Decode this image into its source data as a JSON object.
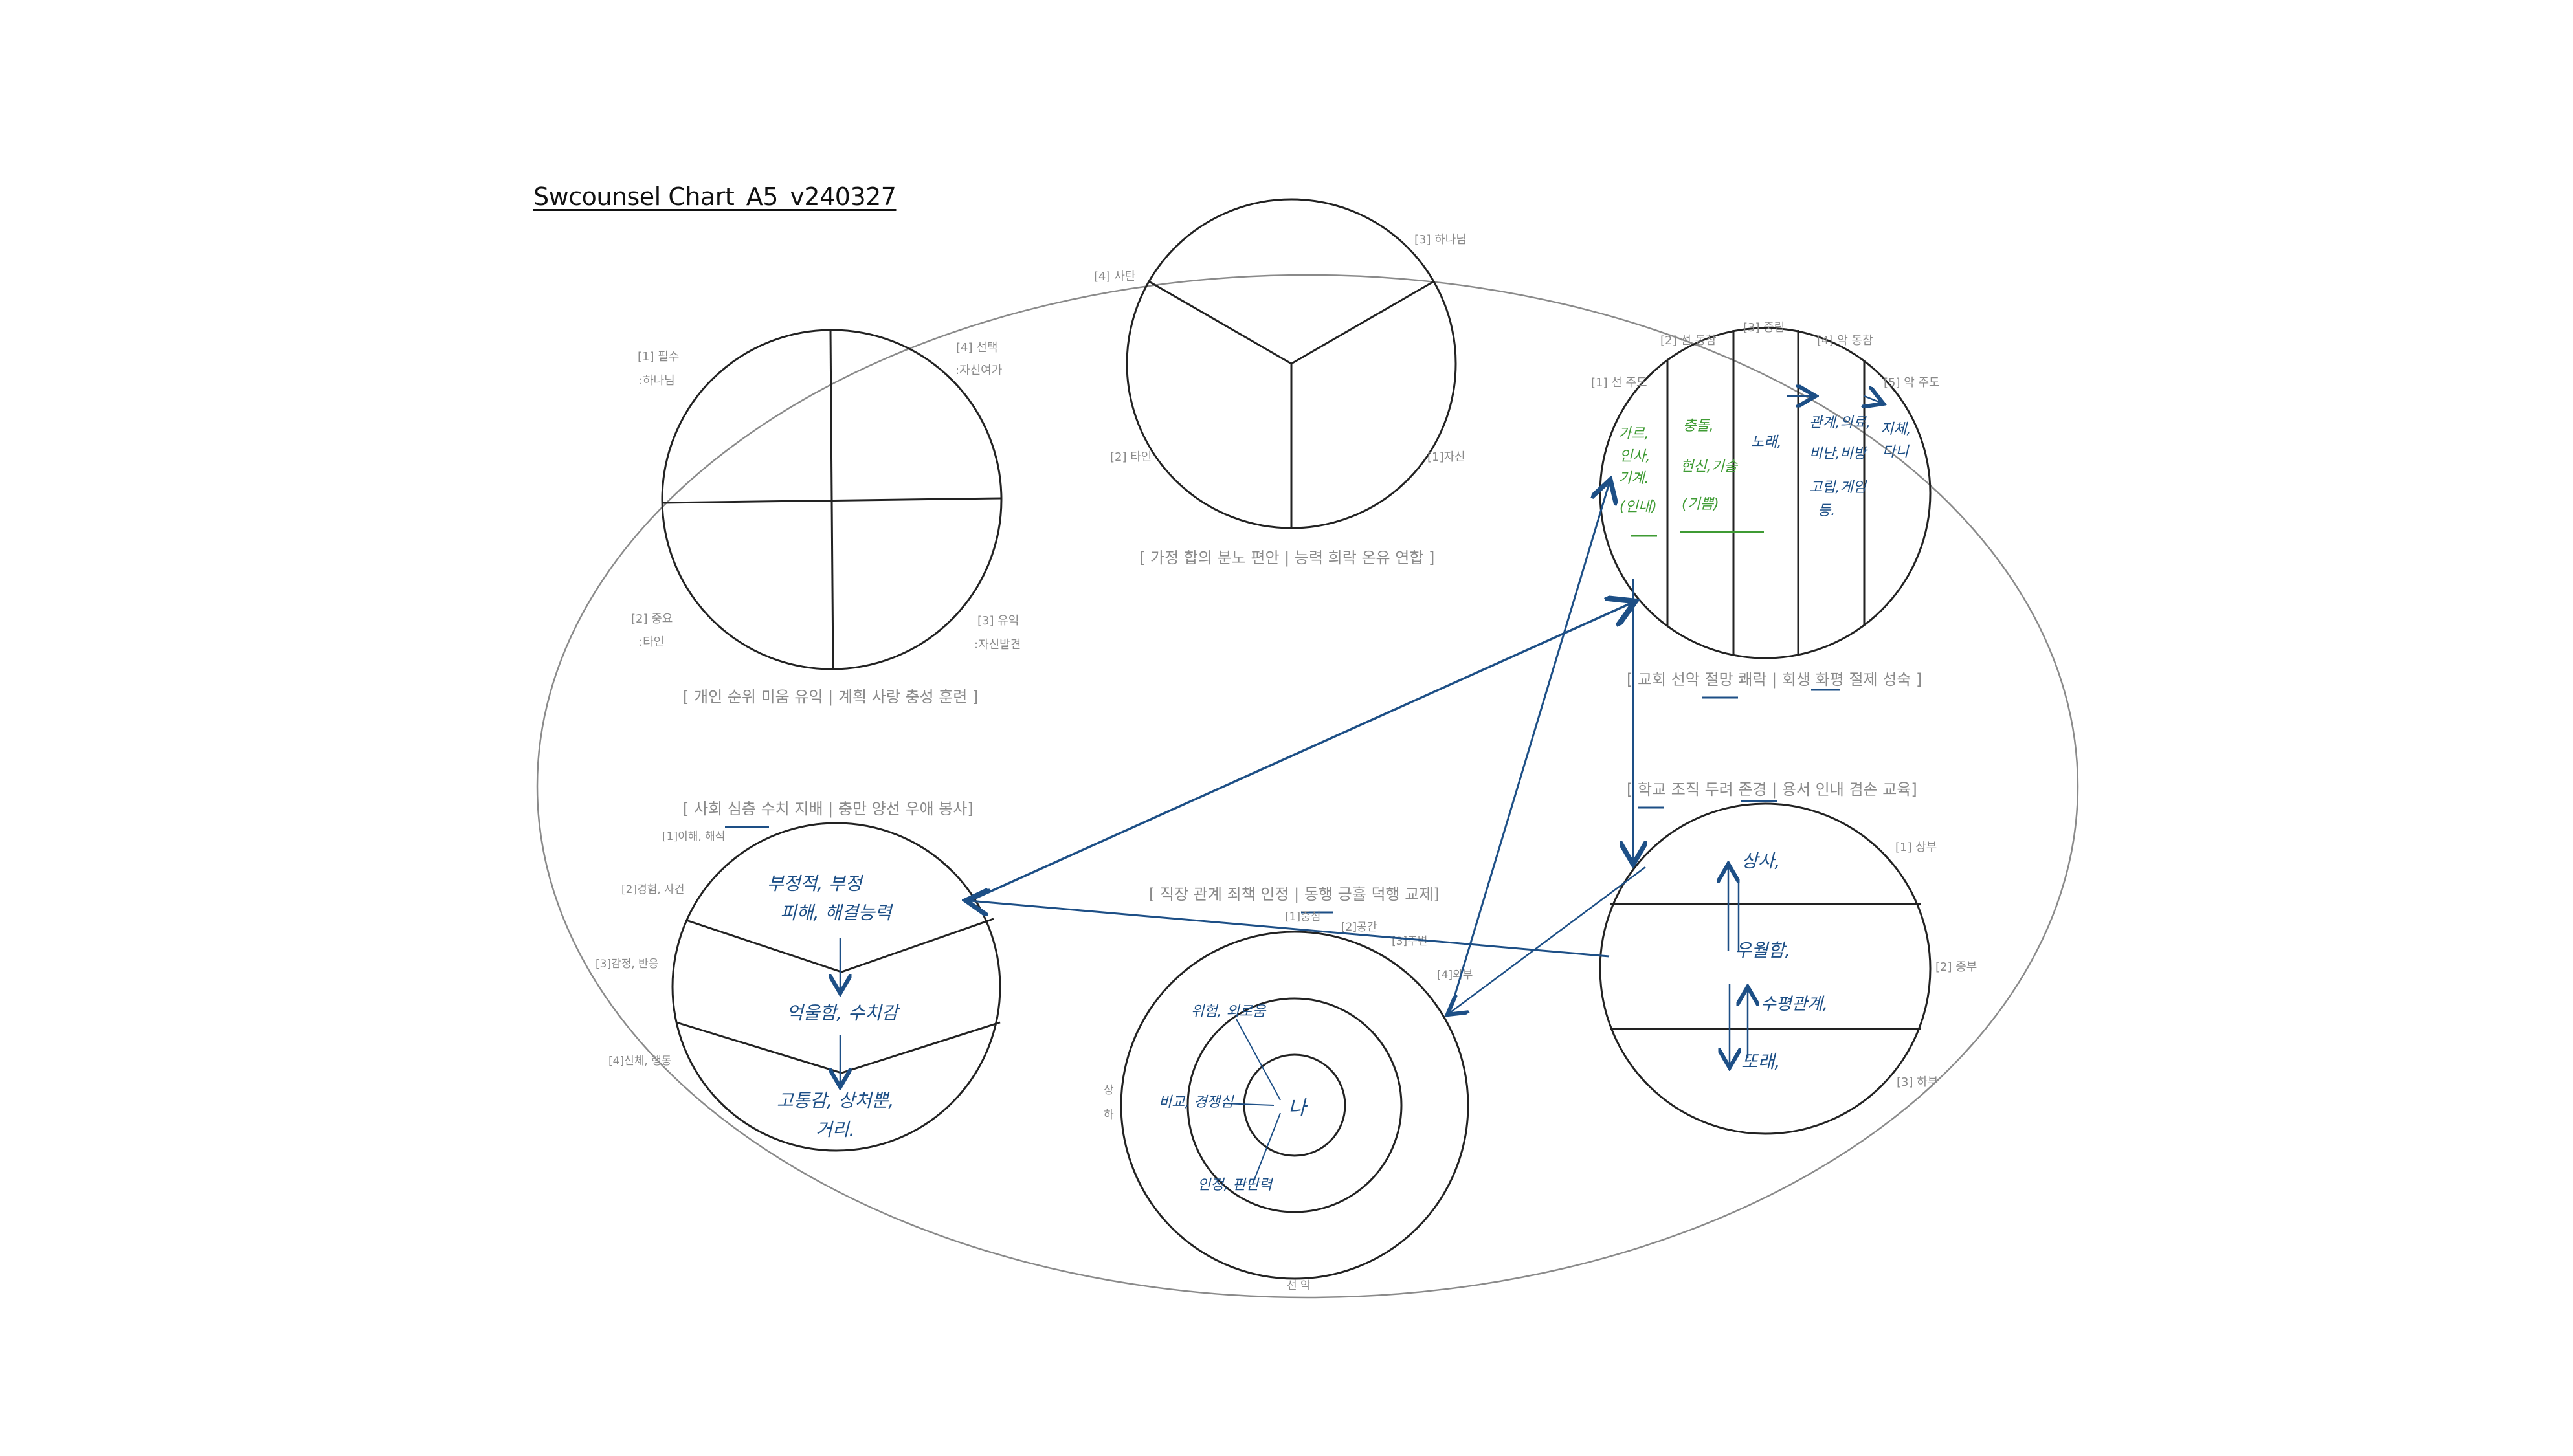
{
  "title": "Swcounsel Chart_A5_v240327",
  "colors": {
    "outline": "#444444",
    "label": "#8a8a8a",
    "ink_blue": "#1d4f86",
    "ink_green": "#3f9b34"
  },
  "circle_top": {
    "labels": [
      "[3] 하나님",
      "[4] 사탄",
      "[2] 타인",
      "[1]자신"
    ],
    "caption": "[ 가정 합의 분노 편안 | 능력 희락 온유 연합 ]"
  },
  "circle_left_top": {
    "labels": [
      "[1] 필수",
      ":하나님",
      "[4] 선택",
      ":자신여가",
      "[2] 중요",
      ":타인",
      "[3] 유익",
      ":자신발견"
    ],
    "caption": "[ 개인 순위 미움 유익 | 계획 사랑 충성 훈련 ]"
  },
  "circle_right_top": {
    "labels": [
      "[1] 선 주도",
      "[2] 선 동참",
      "[3] 중립",
      "[4] 악 동참",
      "[5] 악 주도"
    ],
    "caption": "[ 교회 선악 절망 쾌락 | 회생 화평 절제 성숙 ]",
    "notes_green": [
      "가르,",
      "인사,",
      "기계.",
      "(인내)",
      "충돌,",
      "헌신,기술",
      "(기쁨)"
    ],
    "notes_blue": [
      "노래,",
      "관계,의료,",
      "비난,비방",
      "고립,게임",
      "등.",
      "지체,",
      "다니"
    ]
  },
  "circle_left_bottom": {
    "caption": "[ 사회 심층 수치 지배 | 충만 양선 우애 봉사]",
    "labels": [
      "[1]이해, 해석",
      "[2]경험, 사건",
      "[3]감정, 반응",
      "[4]신체, 행동"
    ],
    "notes": [
      "부정적, 부정",
      "피해, 해결능력",
      "억울함, 수치감",
      "고통감, 상처뿐,",
      "거리."
    ]
  },
  "circle_right_bottom": {
    "caption": "[ 학교 조직 두려 존경 | 용서 인내 겸손 교육]",
    "labels": [
      "[1] 상부",
      "[2] 중부",
      "[3] 하부"
    ],
    "notes": [
      "상사,",
      "우월함,",
      "수평관계,",
      "또래,"
    ]
  },
  "circle_bottom": {
    "caption": "[ 직장 관계 죄책 인정 | 동행 긍휼 덕행 교제]",
    "labels": [
      "[1]중심",
      "[2]공간",
      "[3]주변",
      "[4]외부"
    ],
    "side_labels": [
      "상",
      "하",
      "선 악"
    ],
    "notes": [
      "나",
      "위험, 외로움",
      "비교, 경쟁심",
      "인정, 판단력"
    ]
  }
}
